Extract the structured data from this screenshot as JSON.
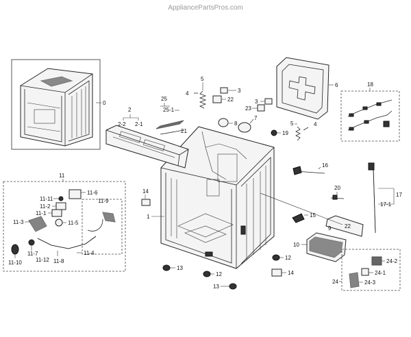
{
  "watermark": "AppliancePartsPros.com",
  "labels": {
    "l0": "0",
    "l1": "1",
    "l2": "2",
    "l2_1": "2-1",
    "l2_2": "2-2",
    "l3a": "3",
    "l3b": "3",
    "l4a": "4",
    "l4b": "4",
    "l5a": "5",
    "l5b": "5",
    "l6": "6",
    "l7": "7",
    "l8": "8",
    "l9": "9",
    "l10": "10",
    "l11": "11",
    "l11_1": "11-1",
    "l11_2": "11-2",
    "l11_3": "11-3",
    "l11_4": "11-4",
    "l11_5": "11-5",
    "l11_6": "11-6",
    "l11_7": "11-7",
    "l11_8": "11-8",
    "l11_9": "11-9",
    "l11_10": "11-10",
    "l11_11": "11-11",
    "l11_12": "11-12",
    "l12a": "12",
    "l12b": "12",
    "l13a": "13",
    "l13b": "13",
    "l14a": "14",
    "l14b": "14",
    "l15": "15",
    "l16": "16",
    "l17": "17",
    "l17_1": "17-1",
    "l18": "18",
    "l19": "19",
    "l20": "20",
    "l21": "21",
    "l22a": "22",
    "l22b": "22",
    "l23": "23",
    "l24": "24",
    "l24_1": "24-1",
    "l24_2": "24-2",
    "l24_3": "24-3",
    "l25": "25",
    "l25_1": "25-1"
  }
}
